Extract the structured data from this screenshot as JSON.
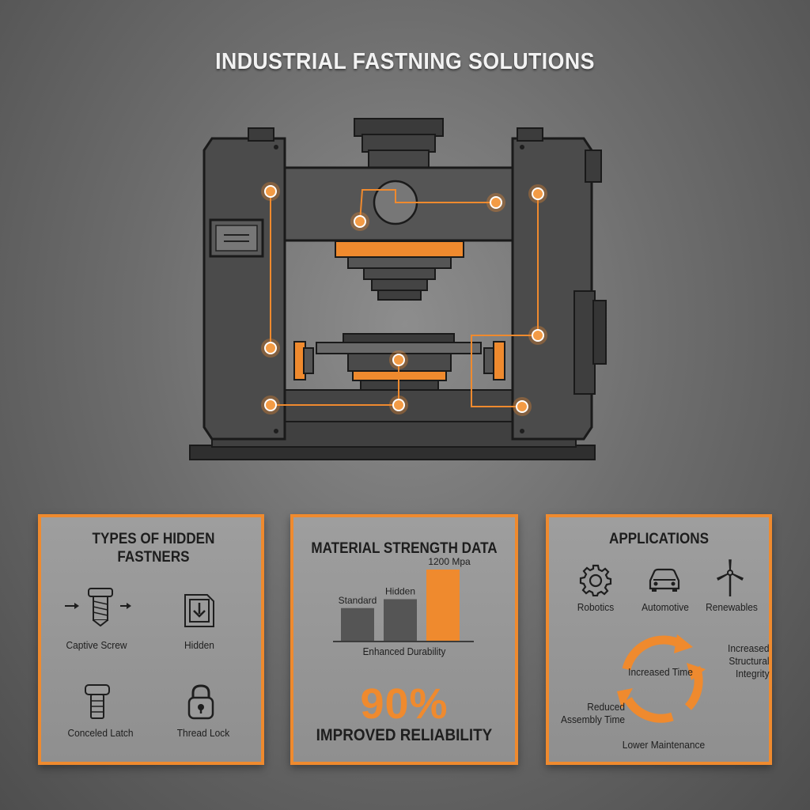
{
  "title": "INDUSTRIAL FASTNING SOLUTIONS",
  "colors": {
    "accent": "#ef8a2e",
    "machine": "#4a4a4a",
    "panel_bg": "#999999"
  },
  "panels": {
    "types": {
      "title": "TYPES OF HIDDEN FASTNERS",
      "items": [
        {
          "label": "Captive Screw",
          "icon": "screw-icon"
        },
        {
          "label": "Hidden",
          "icon": "hidden-download-icon"
        },
        {
          "label": "Conceled Latch",
          "icon": "latch-bolt-icon"
        },
        {
          "label": "Thread Lock",
          "icon": "padlock-icon"
        }
      ]
    },
    "strength": {
      "title": "MATERIAL STRENGTH DATA",
      "caption": "Enhanced Durability",
      "percent": "90%",
      "subtitle": "IMPROVED RELIABILITY"
    },
    "applications": {
      "title": "APPLICATIONS",
      "items": [
        {
          "label": "Robotics",
          "icon": "gear-icon"
        },
        {
          "label": "Automotive",
          "icon": "car-icon"
        },
        {
          "label": "Renewables",
          "icon": "wind-turbine-icon"
        }
      ],
      "cycle": {
        "center": "Increased Time",
        "right": "Increased Structural Integrity",
        "left": "Reduced Assembly Time",
        "bottom": "Lower Maintenance"
      }
    }
  },
  "chart_data": {
    "type": "bar",
    "categories": [
      "Standard",
      "Hidden",
      "1200 Mpa"
    ],
    "values": [
      33,
      42,
      72
    ],
    "ylim": [
      0,
      80
    ],
    "xlabel": "Enhanced Durability",
    "ylabel": "",
    "grid": false,
    "highlight_color": "#ef8a2e"
  }
}
